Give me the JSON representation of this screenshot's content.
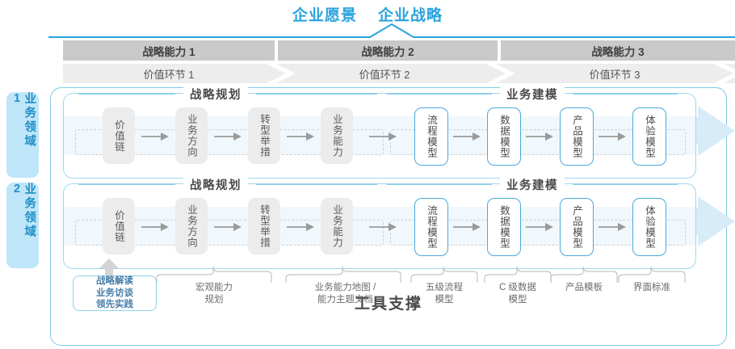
{
  "header": {
    "titles": [
      "企业愿景",
      "企业战略"
    ],
    "accent_color": "#2aa3dd"
  },
  "capability_row": {
    "items": [
      {
        "label": "战略能力 1"
      },
      {
        "label": "战略能力 2"
      },
      {
        "label": "战略能力 3"
      }
    ],
    "bg_color": "#c9c9c9"
  },
  "value_link_row": {
    "items": [
      {
        "label": "价值环节 1"
      },
      {
        "label": "价值环节 2"
      },
      {
        "label": "价值环节 3"
      }
    ],
    "bg_color": "#ededed"
  },
  "domains": [
    {
      "label": "业务领域 1"
    },
    {
      "label": "业务领域 2"
    }
  ],
  "sections": [
    {
      "title": "战略规划"
    },
    {
      "title": "业务建模"
    }
  ],
  "nodes": {
    "planning": [
      {
        "label": "价值链",
        "style": "gray"
      },
      {
        "label": "业务方向",
        "style": "gray"
      },
      {
        "label": "转型举措",
        "style": "gray"
      },
      {
        "label": "业务能力",
        "style": "gray"
      }
    ],
    "modeling": [
      {
        "label": "流程模型",
        "style": "blue"
      },
      {
        "label": "数据模型",
        "style": "blue"
      },
      {
        "label": "产品模型",
        "style": "blue"
      },
      {
        "label": "体验模型",
        "style": "blue"
      }
    ]
  },
  "annotations": [
    {
      "label": "战略解读\n业务访谈\n领先实践",
      "kind": "box"
    },
    {
      "label": "宏观能力\n规划",
      "kind": "brace"
    },
    {
      "label": "业务能力地图 /\n能力主题文档",
      "kind": "brace"
    },
    {
      "label": "五级流程\n模型",
      "kind": "brace"
    },
    {
      "label": "C 级数据\n模型",
      "kind": "brace"
    },
    {
      "label": "产品模板",
      "kind": "brace"
    },
    {
      "label": "界面标准",
      "kind": "brace"
    }
  ],
  "footer": {
    "label": "工具支撑"
  },
  "colors": {
    "blue_accent": "#2aa3dd",
    "blue_border": "#7fcbe8",
    "domain_bg": "#bfe5f8",
    "band": "#f1f8fd",
    "node_gray": "#ececec",
    "node_blue_border": "#4aa9db",
    "big_arrow": "#d8ecf8"
  }
}
